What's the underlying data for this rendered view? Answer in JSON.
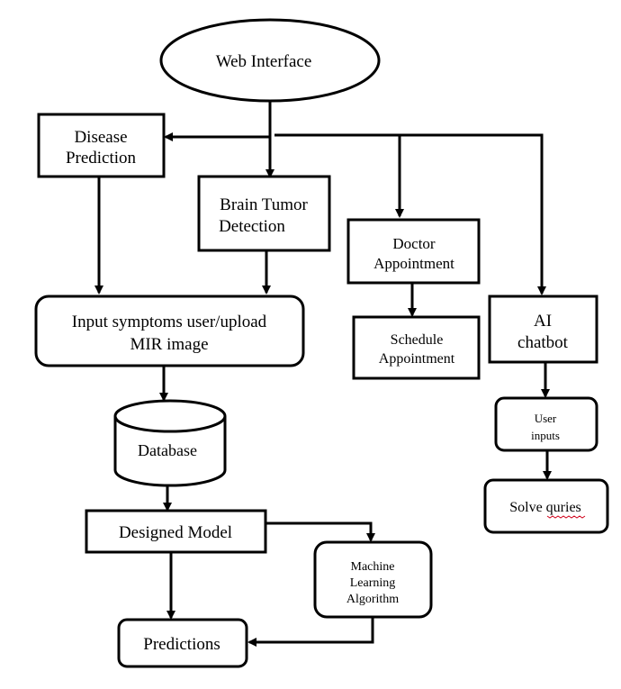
{
  "diagram": {
    "nodes": {
      "web_interface": {
        "lines": [
          "Web Interface"
        ]
      },
      "disease_prediction": {
        "lines": [
          "Disease",
          "Prediction"
        ]
      },
      "brain_tumor_detection": {
        "lines": [
          "Brain Tumor",
          "Detection"
        ]
      },
      "doctor_appointment": {
        "lines": [
          "Doctor",
          "Appointment"
        ]
      },
      "ai_chatbot": {
        "lines": [
          "AI",
          "chatbot"
        ]
      },
      "input_symptoms": {
        "lines": [
          "Input symptoms user/upload",
          "MIR image"
        ]
      },
      "schedule_appointment": {
        "lines": [
          "Schedule",
          "Appointment"
        ]
      },
      "user_inputs": {
        "lines": [
          "User",
          "inputs"
        ]
      },
      "database": {
        "lines": [
          "Database"
        ]
      },
      "solve_quries": {
        "lines": [
          "Solve quries"
        ]
      },
      "designed_model": {
        "lines": [
          "Designed Model"
        ]
      },
      "ml_algorithm": {
        "lines": [
          "Machine",
          "Learning",
          "Algorithm"
        ]
      },
      "predictions": {
        "lines": [
          "Predictions"
        ]
      }
    },
    "edges": [
      {
        "from": "web_interface",
        "to": "disease_prediction"
      },
      {
        "from": "web_interface",
        "to": "brain_tumor_detection"
      },
      {
        "from": "web_interface",
        "to": "doctor_appointment"
      },
      {
        "from": "web_interface",
        "to": "ai_chatbot"
      },
      {
        "from": "disease_prediction",
        "to": "input_symptoms"
      },
      {
        "from": "brain_tumor_detection",
        "to": "input_symptoms"
      },
      {
        "from": "doctor_appointment",
        "to": "schedule_appointment"
      },
      {
        "from": "ai_chatbot",
        "to": "user_inputs"
      },
      {
        "from": "user_inputs",
        "to": "solve_quries"
      },
      {
        "from": "input_symptoms",
        "to": "database"
      },
      {
        "from": "database",
        "to": "designed_model"
      },
      {
        "from": "designed_model",
        "to": "ml_algorithm"
      },
      {
        "from": "designed_model",
        "to": "predictions"
      },
      {
        "from": "ml_algorithm",
        "to": "predictions"
      }
    ]
  }
}
